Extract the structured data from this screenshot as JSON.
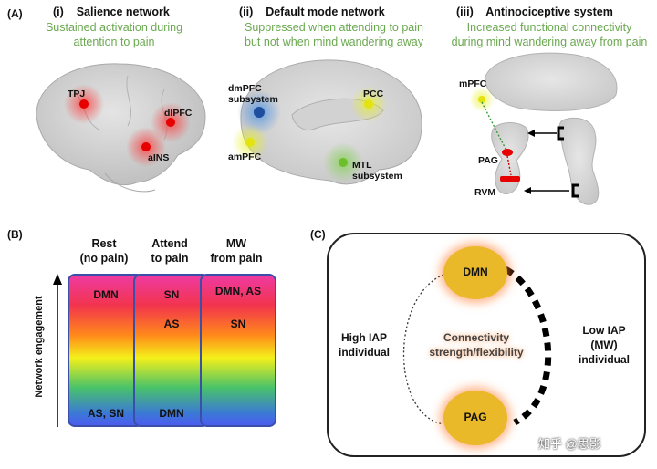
{
  "panel_a": {
    "label": "(A)",
    "salience": {
      "numeral": "(i)",
      "title": "Salience network",
      "desc_line1": "Sustained activation during",
      "desc_line2": "attention to pain",
      "regions": {
        "tpj": "TPJ",
        "dlpfc": "dlPFC",
        "ains": "aINS"
      }
    },
    "dmn": {
      "numeral": "(ii)",
      "title": "Default mode network",
      "desc_line1": "Suppressed when attending to pain",
      "desc_line2": "but not when mind wandering away",
      "regions": {
        "dmpfc_line1": "dmPFC",
        "dmpfc_line2": "subsystem",
        "pcc": "PCC",
        "ampfc": "amPFC",
        "mtl_line1": "MTL",
        "mtl_line2": "subsystem"
      }
    },
    "anti": {
      "numeral": "(iii)",
      "title": "Antinociceptive system",
      "desc_line1": "Increased functional connectivity",
      "desc_line2": "during mind wandering away from pain",
      "regions": {
        "mpfc": "mPFC",
        "pag": "PAG",
        "rvm": "RVM"
      }
    }
  },
  "panel_b": {
    "label": "(B)",
    "y_axis": "Network engagement",
    "columns": [
      {
        "head_line1": "Rest",
        "head_line2": "(no pain)",
        "top": "DMN",
        "mid": "",
        "bottom": "AS, SN"
      },
      {
        "head_line1": "Attend",
        "head_line2": "to pain",
        "top": "SN",
        "mid": "AS",
        "bottom": "DMN"
      },
      {
        "head_line1": "MW",
        "head_line2": "from pain",
        "top": "DMN, AS",
        "mid": "SN",
        "bottom": ""
      }
    ]
  },
  "panel_c": {
    "label": "(C)",
    "node_top": "DMN",
    "node_bottom": "PAG",
    "center_line1": "Connectivity",
    "center_line2": "strength/flexibility",
    "left_line1": "High IAP",
    "left_line2": "individual",
    "right_line1": "Low IAP",
    "right_line2": "(MW)",
    "right_line3": "individual"
  },
  "watermark": "知乎 @思影",
  "colors": {
    "accent_green": "#6aa84f",
    "bar_border": "#3a4fa8",
    "node": "#e9b92a"
  }
}
